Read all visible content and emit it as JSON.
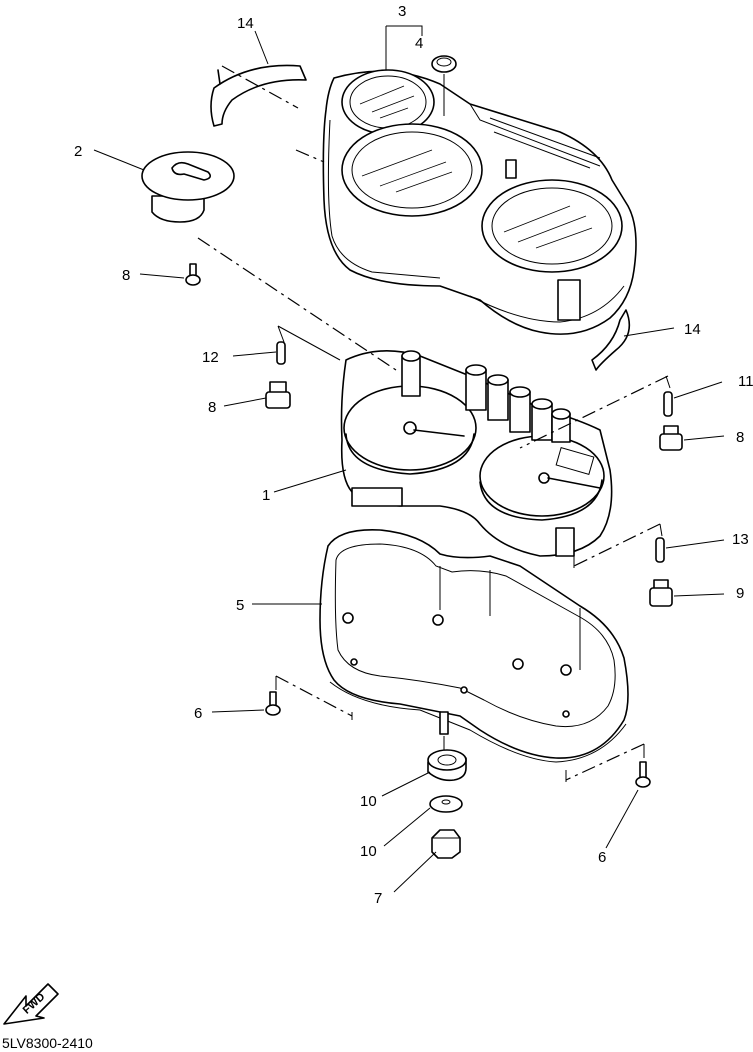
{
  "diagram": {
    "drawing_code": "5LV8300-2410",
    "direction_label": "FWD",
    "callouts": [
      {
        "id": "c1",
        "text": "1"
      },
      {
        "id": "c2",
        "text": "2"
      },
      {
        "id": "c3",
        "text": "3"
      },
      {
        "id": "c4",
        "text": "4"
      },
      {
        "id": "c5",
        "text": "5"
      },
      {
        "id": "c6a",
        "text": "6"
      },
      {
        "id": "c6b",
        "text": "6"
      },
      {
        "id": "c7",
        "text": "7"
      },
      {
        "id": "c8a",
        "text": "8"
      },
      {
        "id": "c8b",
        "text": "8"
      },
      {
        "id": "c8c",
        "text": "8"
      },
      {
        "id": "c9",
        "text": "9"
      },
      {
        "id": "c10a",
        "text": "10"
      },
      {
        "id": "c10b",
        "text": "10"
      },
      {
        "id": "c11",
        "text": "11"
      },
      {
        "id": "c12",
        "text": "12"
      },
      {
        "id": "c13",
        "text": "13"
      },
      {
        "id": "c14a",
        "text": "14"
      },
      {
        "id": "c14b",
        "text": "14"
      }
    ]
  }
}
